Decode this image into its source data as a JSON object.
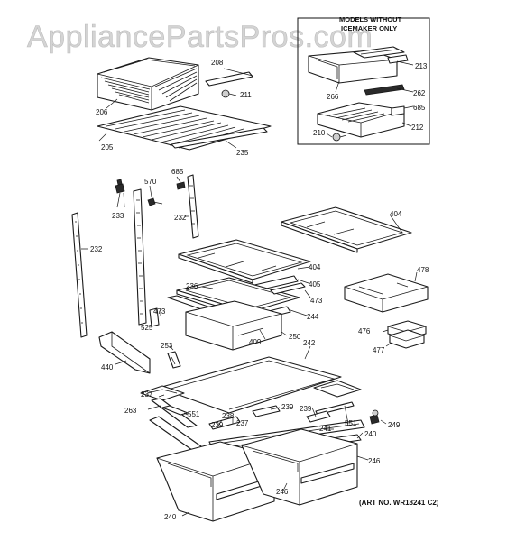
{
  "watermark": "AppliancePartsPros.com",
  "inset": {
    "title_line1": "MODELS WITHOUT",
    "title_line2": "ICEMAKER ONLY",
    "callouts": [
      "213",
      "266",
      "262",
      "685",
      "212",
      "210"
    ]
  },
  "art_number": "(ART NO. WR18241 C2)",
  "callouts": {
    "c208": "208",
    "c211": "211",
    "c206": "206",
    "c205": "205",
    "c235": "235",
    "c685": "685",
    "c570": "570",
    "c233": "233",
    "c232a": "232",
    "c232b": "232",
    "c404a": "404",
    "c404b": "404",
    "c405": "405",
    "c236": "236",
    "c473a": "473",
    "c473b": "473",
    "c244": "244",
    "c525": "525",
    "c409": "409",
    "c250": "250",
    "c253": "253",
    "c440": "440",
    "c242": "242",
    "c478": "478",
    "c476": "476",
    "c477": "477",
    "c237a": "237",
    "c237b": "237",
    "c263": "263",
    "c551a": "551",
    "c551b": "551",
    "c238": "238",
    "c239a": "239",
    "c239b": "239",
    "c239c": "239",
    "c241a": "241",
    "c241b": "241",
    "c240a": "240",
    "c240b": "240",
    "c249": "249",
    "c246a": "246",
    "c246b": "246"
  }
}
